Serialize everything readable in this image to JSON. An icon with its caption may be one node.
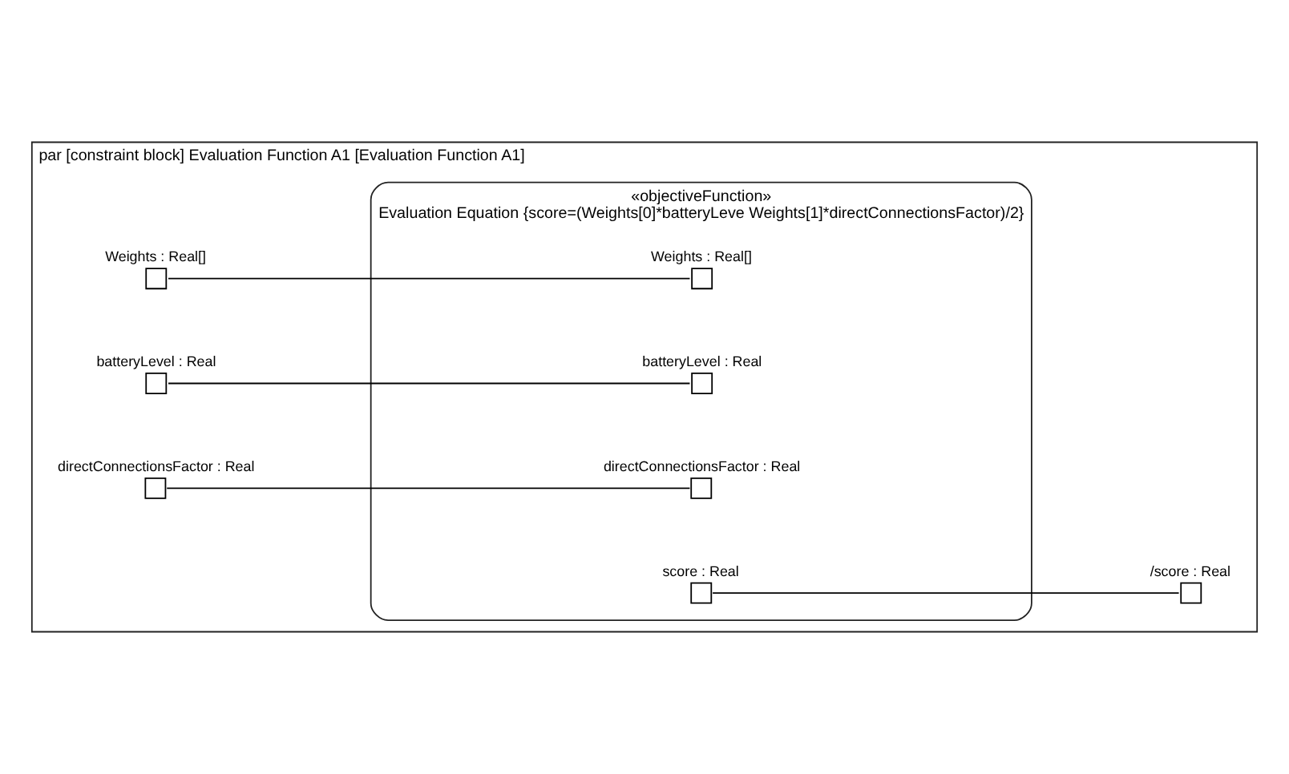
{
  "diagram": {
    "nodes": [
      {
        "text": [
          "par [constraint block] Evaluation Function A1 [Evaluation Function A1]"
        ]
      },
      {
        "text": [
          "«objectiveFunction»",
          "Evaluation Equation {score=(Weights[0]*batteryLeve Weights[1]*directConnectionsFactor)/2}"
        ],
        "in": 0
      },
      {
        "text": [],
        "shape": "box",
        "beside": [
          "Weights : Real[]"
        ],
        "in": 0
      },
      {
        "text": [],
        "shape": "box",
        "beside": [
          "batteryLevel : Real"
        ],
        "in": 0
      },
      {
        "text": [],
        "shape": "box",
        "beside": [
          "directConnectionsFactor : Real"
        ],
        "in": 0
      },
      {
        "text": [],
        "shape": "box",
        "beside": [
          "Weights : Real[]"
        ],
        "in": 1
      },
      {
        "text": [],
        "shape": "box",
        "beside": [
          "batteryLevel : Real"
        ],
        "in": 1
      },
      {
        "text": [],
        "shape": "box",
        "beside": [
          "directConnectionsFactor : Real"
        ],
        "in": 1
      },
      {
        "text": [],
        "shape": "box",
        "beside": [
          "score : Real"
        ],
        "in": 1
      },
      {
        "text": [],
        "shape": "box",
        "beside": [
          "/score : Real"
        ],
        "in": 0
      }
    ],
    "edges": [
      {
        "from": 2,
        "to": 5,
        "arrow": "none"
      },
      {
        "from": 3,
        "to": 6,
        "arrow": "none"
      },
      {
        "from": 4,
        "to": 7,
        "arrow": "none"
      },
      {
        "from": 8,
        "to": 9,
        "arrow": "none"
      }
    ]
  }
}
